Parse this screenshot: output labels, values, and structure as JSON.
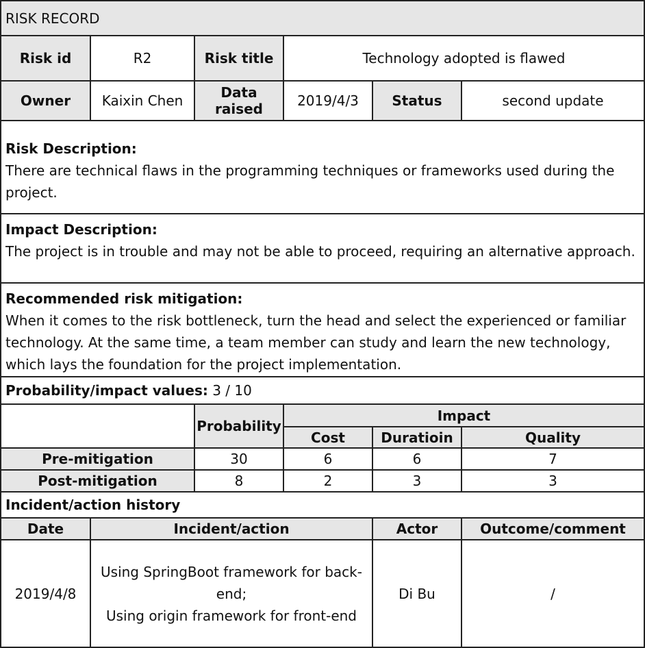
{
  "title": "RISK RECORD",
  "risk_id_label": "Risk id",
  "risk_id": "R2",
  "risk_title_label": "Risk title",
  "risk_title": "Technology adopted is flawed",
  "owner_label": "Owner",
  "owner": "Kaixin Chen",
  "date_raised_label": "Data raised",
  "date_raised": "2019/4/3",
  "status_label": "Status",
  "status": "second update",
  "risk_description": {
    "heading": "Risk Description:",
    "text": "There are technical flaws in the programming techniques or frameworks used during the project."
  },
  "impact_description": {
    "heading": "Impact Description:",
    "text": "The project is in trouble and may not be able to proceed, requiring an alternative approach."
  },
  "mitigation": {
    "heading": "Recommended risk mitigation:",
    "text": "When it comes to the risk bottleneck, turn the head and select the experienced or familiar technology. At the same time, a team member can study and learn the new technology, which lays the foundation for the project implementation."
  },
  "prob_impact": {
    "label": "Probability/impact values:",
    "value": "3 / 10"
  },
  "matrix": {
    "probability_header": "Probability",
    "impact_header": "Impact",
    "cost_header": "Cost",
    "duration_header": "Duratioin",
    "quality_header": "Quality",
    "rows": [
      {
        "label": "Pre-mitigation",
        "probability": "30",
        "cost": "6",
        "duration": "6",
        "quality": "7"
      },
      {
        "label": "Post-mitigation",
        "probability": "8",
        "cost": "2",
        "duration": "3",
        "quality": "3"
      }
    ]
  },
  "history": {
    "title": "Incident/action history",
    "headers": {
      "date": "Date",
      "action": "Incident/action",
      "actor": "Actor",
      "outcome": "Outcome/comment"
    },
    "rows": [
      {
        "date": "2019/4/8",
        "action_lines": [
          "Using SpringBoot framework for back-",
          "end;",
          "Using origin framework for front-end"
        ],
        "actor": "Di Bu",
        "outcome": "/"
      }
    ]
  }
}
